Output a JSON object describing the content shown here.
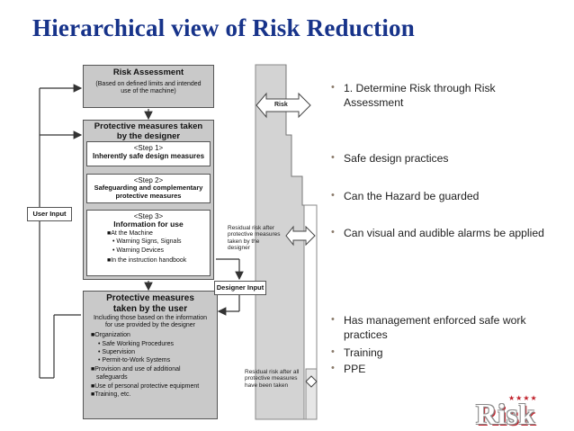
{
  "title": "Hierarchical view of Risk Reduction",
  "diagram": {
    "risk_assessment": {
      "title": "Risk Assessment",
      "subtitle": "(Based on defined limits and intended use of the machine)"
    },
    "designer_measures": {
      "title": "Protective measures taken by the designer"
    },
    "step1": {
      "step": "<Step 1>",
      "text": "Inherently safe design measures"
    },
    "step2": {
      "step": "<Step 2>",
      "text": "Safeguarding and complementary protective measures"
    },
    "step3": {
      "step": "<Step 3>",
      "heading": "Information for use",
      "at_machine": "■At the Machine",
      "items": [
        "• Warning Signs, Signals",
        "• Warning Devices"
      ],
      "handbook": "■In the instruction handbook"
    },
    "user_measures": {
      "title": "Protective measures taken by the user",
      "subtitle": "Including those based on the information for use provided by the designer",
      "organization": "■Organization",
      "org_items": [
        "• Safe Working Procedures",
        "• Supervision",
        "• Permit-to-Work Systems"
      ],
      "safeguards_1": "■Provision and use of additional",
      "safeguards_2": "safeguards",
      "ppe": "■Use of personal protective equipment",
      "training": "■Training, etc."
    },
    "user_input": "User Input",
    "designer_input": "Designer Input",
    "risk_label": "Risk",
    "residual_designer": "Residual risk after protective measures taken by the designer",
    "residual_all": "Residual risk after all protective measures have been taken"
  },
  "bullets": [
    "1. Determine Risk through Risk Assessment",
    "Safe design practices",
    "Can the Hazard be guarded",
    "Can visual and audible alarms be applied",
    "Has management enforced safe work practices",
    "Training",
    "PPE"
  ],
  "logo": {
    "text": "Risk",
    "stars": "★★★★"
  },
  "colors": {
    "title": "#17338a",
    "box_gray": "#c9c9c9",
    "staircase": "#d3d3d3",
    "logo_red": "#c0202a"
  }
}
